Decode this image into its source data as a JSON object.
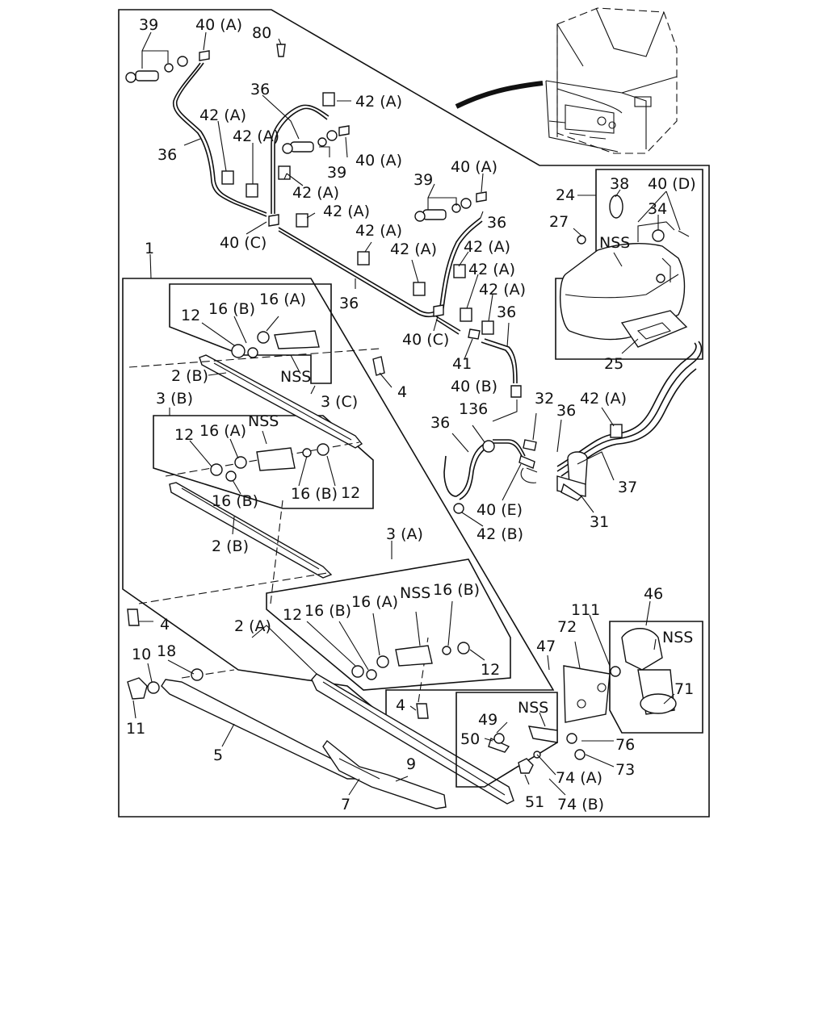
{
  "labels": {
    "p39a": "39",
    "p40a_top": "40 (A)",
    "p80": "80",
    "p36_top": "36",
    "p42a_r1": "42 (A)",
    "p42a_l1": "42 (A)",
    "p42a_l2": "42 (A)",
    "p36_left": "36",
    "p39b": "39",
    "p40a_mid": "40 (A)",
    "p42a_mid1": "42 (A)",
    "p42a_mid2": "42 (A)",
    "p40c_a": "40 (C)",
    "p39c": "39",
    "p40a_c": "40 (A)",
    "p36_c": "36",
    "p42a_c1": "42 (A)",
    "p42a_c2": "42 (A)",
    "p42a_c3": "42 (A)",
    "p42a_c4": "42 (A)",
    "p42a_c5": "42 (A)",
    "p36_mid": "36",
    "p40c_b": "40 (C)",
    "p41": "41",
    "p36_d": "36",
    "p40b": "40 (B)",
    "p24": "24",
    "p38": "38",
    "p40d": "40 (D)",
    "p27": "27",
    "p34": "34",
    "nss_tank": "NSS",
    "p25": "25",
    "p1": "1",
    "p12_a": "12",
    "p16b_a": "16 (B)",
    "p16a_a": "16 (A)",
    "p2b_a": "2 (B)",
    "nss_a": "NSS",
    "p3c": "3 (C)",
    "p4_a": "4",
    "p3b": "3 (B)",
    "p12_b": "12",
    "p16a_b": "16 (A)",
    "nss_b": "NSS",
    "p16b_b": "16 (B)",
    "p16b_c": "16 (B)",
    "p12_c": "12",
    "p2b_b": "2 (B)",
    "p3a": "3 (A)",
    "p12_d": "12",
    "p16b_d": "16 (B)",
    "p16a_d": "16 (A)",
    "nss_d": "NSS",
    "p16b_e": "16 (B)",
    "p12_e": "12",
    "p2a": "2 (A)",
    "p4_b": "4",
    "p4_c": "4",
    "p10": "10",
    "p18": "18",
    "p11": "11",
    "p5": "5",
    "p7": "7",
    "p9": "9",
    "p32": "32",
    "p36_e": "36",
    "p42a_e": "42 (A)",
    "p136": "136",
    "p36_f": "36",
    "p37": "37",
    "p40e": "40 (E)",
    "p31": "31",
    "p42b": "42 (B)",
    "p46": "46",
    "p111": "111",
    "p72": "72",
    "p47": "47",
    "nss_motor": "NSS",
    "p71": "71",
    "p49": "49",
    "nss_plate": "NSS",
    "p50": "50",
    "p76": "76",
    "p73": "73",
    "p74a": "74 (A)",
    "p51": "51",
    "p74b": "74 (B)"
  }
}
